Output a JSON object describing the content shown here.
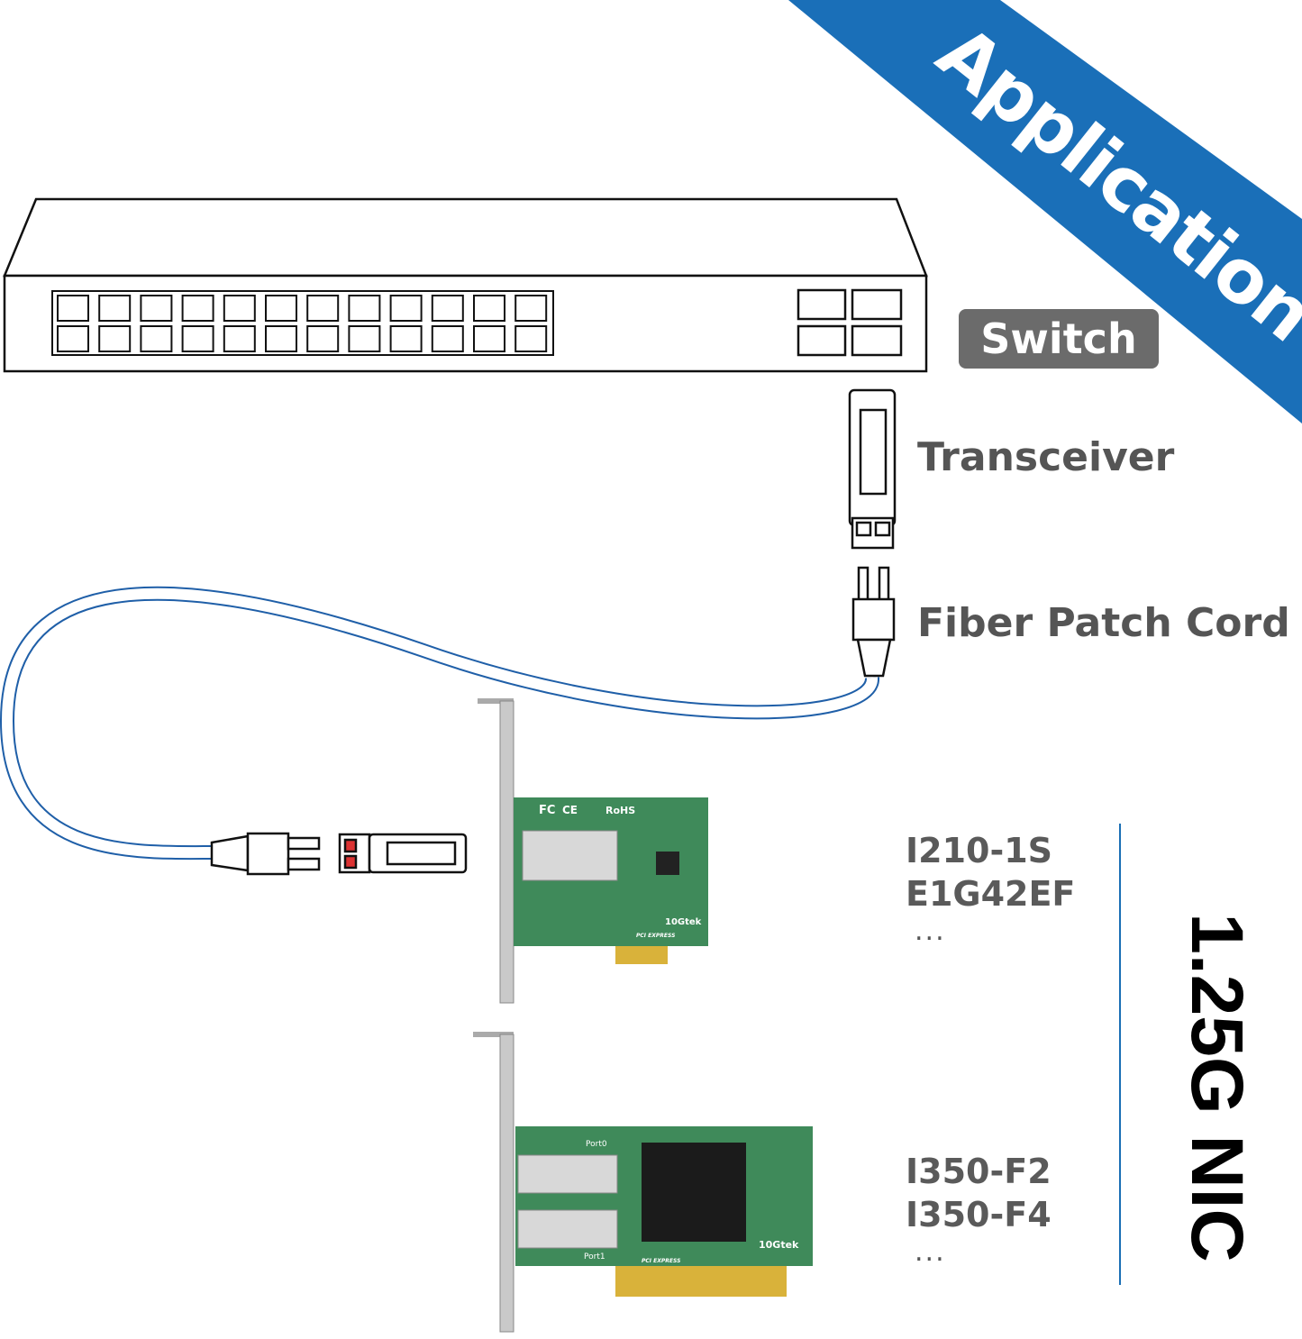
{
  "banner": {
    "title": "Application",
    "color": "#1a6fb8"
  },
  "labels": {
    "switch": "Switch",
    "transceiver": "Transceiver",
    "fiber_patch_cord": "Fiber Patch Cord"
  },
  "nic": {
    "title": "1.25G NIC",
    "group1": {
      "models": [
        "I210-1S",
        "E1G42EF"
      ],
      "more": "..."
    },
    "group2": {
      "models": [
        "I350-F2",
        "I350-F4"
      ],
      "more": "..."
    }
  },
  "card_markings": {
    "card1": [
      "FC",
      "CE",
      "RoHS",
      "10Gtek",
      "PCI EXPRESS"
    ],
    "card2": [
      "Port0",
      "Port1",
      "10Gtek",
      "PCI EXPRESS"
    ]
  },
  "colors": {
    "cable": "#1f5fa8",
    "pcb": "#3f8a5a",
    "gold": "#d9b23a",
    "label_gray": "#555555"
  }
}
